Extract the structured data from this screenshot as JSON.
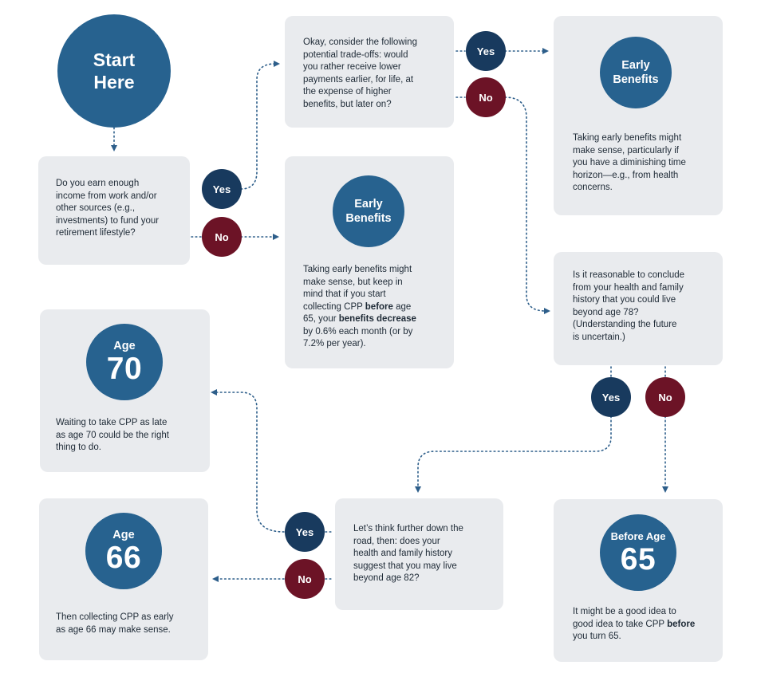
{
  "colors": {
    "box_bg": "#e9ebee",
    "circle_blue": "#27628f",
    "yes_navy": "#183a5e",
    "no_maroon": "#6c1326",
    "connector": "#2d5e8a"
  },
  "labels": {
    "yes": "Yes",
    "no": "No"
  },
  "start": {
    "line1": "Start",
    "line2": "Here"
  },
  "q1": {
    "text": "Do you earn enough\nincome from work and/or\nother sources (e.g.,\ninvestments) to fund your\nretirement lifestyle?"
  },
  "q2": {
    "text": "Okay, consider the following\npotential trade-offs: would\nyou rather receive lower\npayments earlier, for life, at\nthe expense of higher\nbenefits, but later on?"
  },
  "early_mid": {
    "line1": "Early",
    "line2": "Benefits",
    "text_a": "Taking early benefits might\nmake sense, but keep in\nmind that if you start\ncollecting CPP ",
    "text_b": "before",
    "text_c": " age\n65, your ",
    "text_d": "benefits decrease",
    "text_e": "\nby 0.6% each month (or by\n7.2% per year)."
  },
  "early_right": {
    "line1": "Early",
    "line2": "Benefits",
    "text": "Taking early benefits might\nmake sense, particularly if\nyou have a diminishing time\nhorizon—e.g., from health\nconcerns."
  },
  "q3": {
    "text": "Is it reasonable to conclude\nfrom your health and family\nhistory that you could live\nbeyond age 78?\n(Understanding the future\nis uncertain.)"
  },
  "age70": {
    "label": "Age",
    "number": "70",
    "text": "Waiting to take CPP as late\nas age 70 could be the right\nthing to do."
  },
  "q4": {
    "text": "Let’s think further down the\nroad, then: does your\nhealth and family history\nsuggest that you may live\nbeyond age 82?"
  },
  "age66": {
    "label": "Age",
    "number": "66",
    "text": "Then collecting CPP as early\nas age 66 may make sense."
  },
  "before65": {
    "label": "Before Age",
    "number": "65",
    "text_a": "It might be a good idea to\ngood idea to take CPP ",
    "text_b": "before",
    "text_c": "\nyou turn 65."
  }
}
